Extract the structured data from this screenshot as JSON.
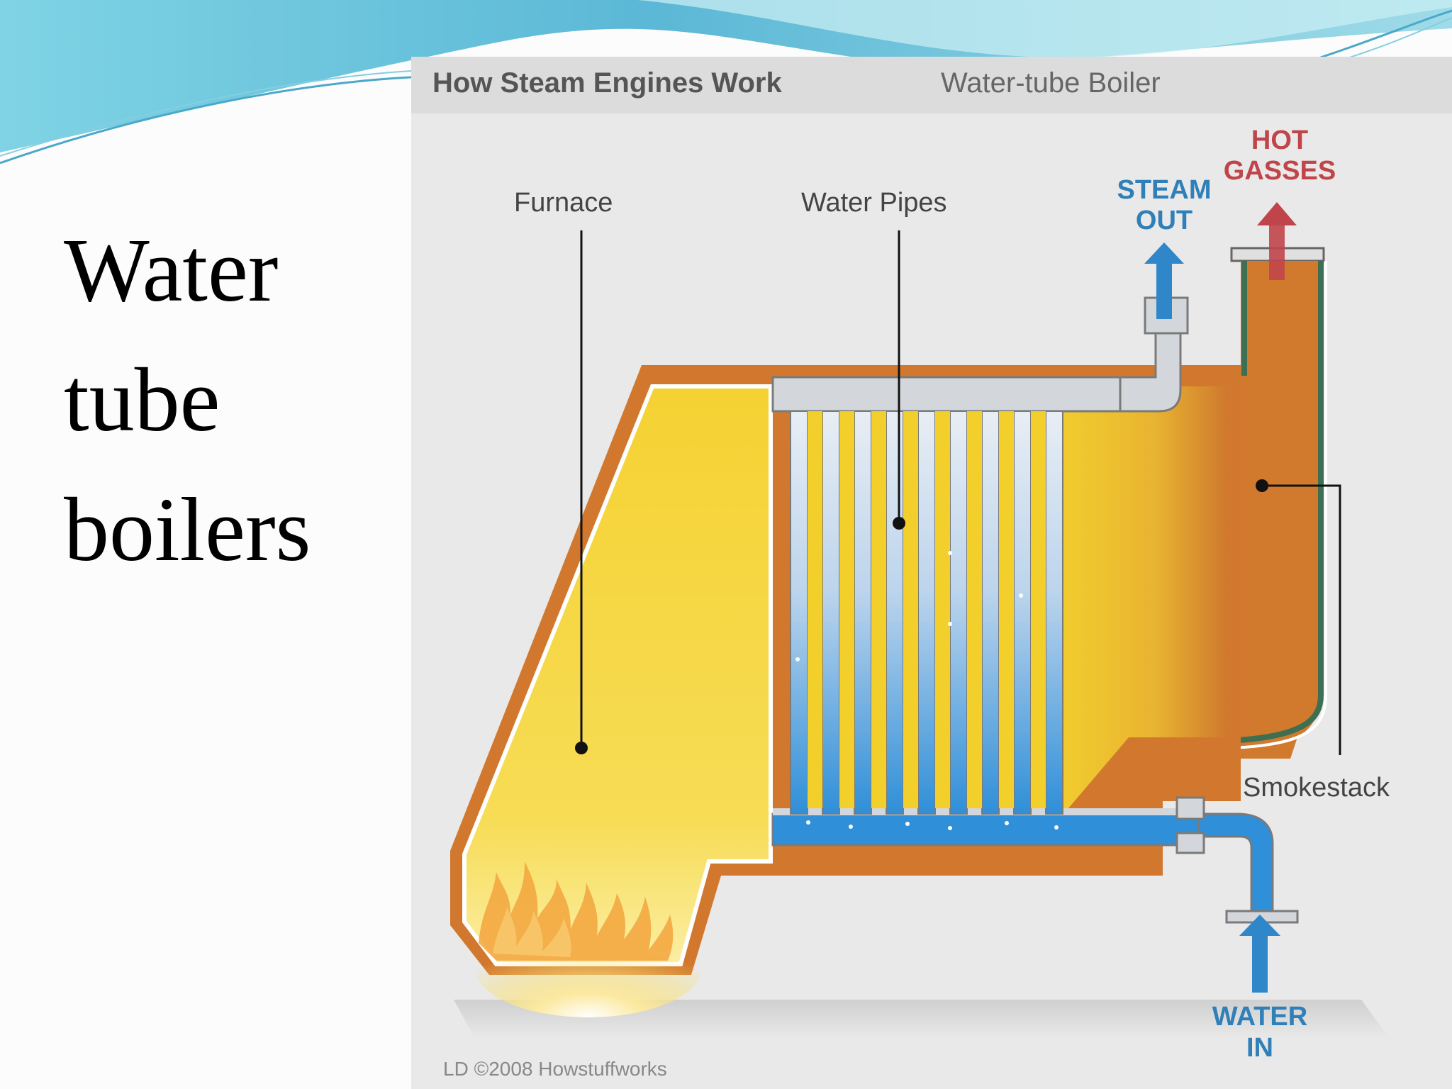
{
  "slide": {
    "title_lines": [
      "Water",
      "tube",
      "boilers"
    ]
  },
  "figure": {
    "header_bold": "How Steam Engines Work",
    "header_light": "Water-tube Boiler",
    "labels": {
      "furnace": "Furnace",
      "water_pipes": "Water Pipes",
      "steam_out": [
        "STEAM",
        "OUT"
      ],
      "hot_gasses": [
        "HOT",
        "GASSES"
      ],
      "smokestack": "Smokestack",
      "water_in": [
        "WATER",
        "IN"
      ]
    },
    "credit": "LD ©2008 Howstuffworks"
  },
  "colors": {
    "slide_accent": "#6cc6da",
    "header_bar": "#dcdcdc",
    "figure_background": "#e9e9e9",
    "boiler_shell": "#d2782e",
    "furnace_fill": "#f4cf2c",
    "water": "#2f8fd8",
    "pipe_metal": "#d3d6da",
    "steam_arrow": "#2f86c8",
    "hot_gas_arrow": "#c0454a",
    "label_text": "#444444",
    "blue_label": "#2f7fb8",
    "red_label": "#c0454a"
  }
}
